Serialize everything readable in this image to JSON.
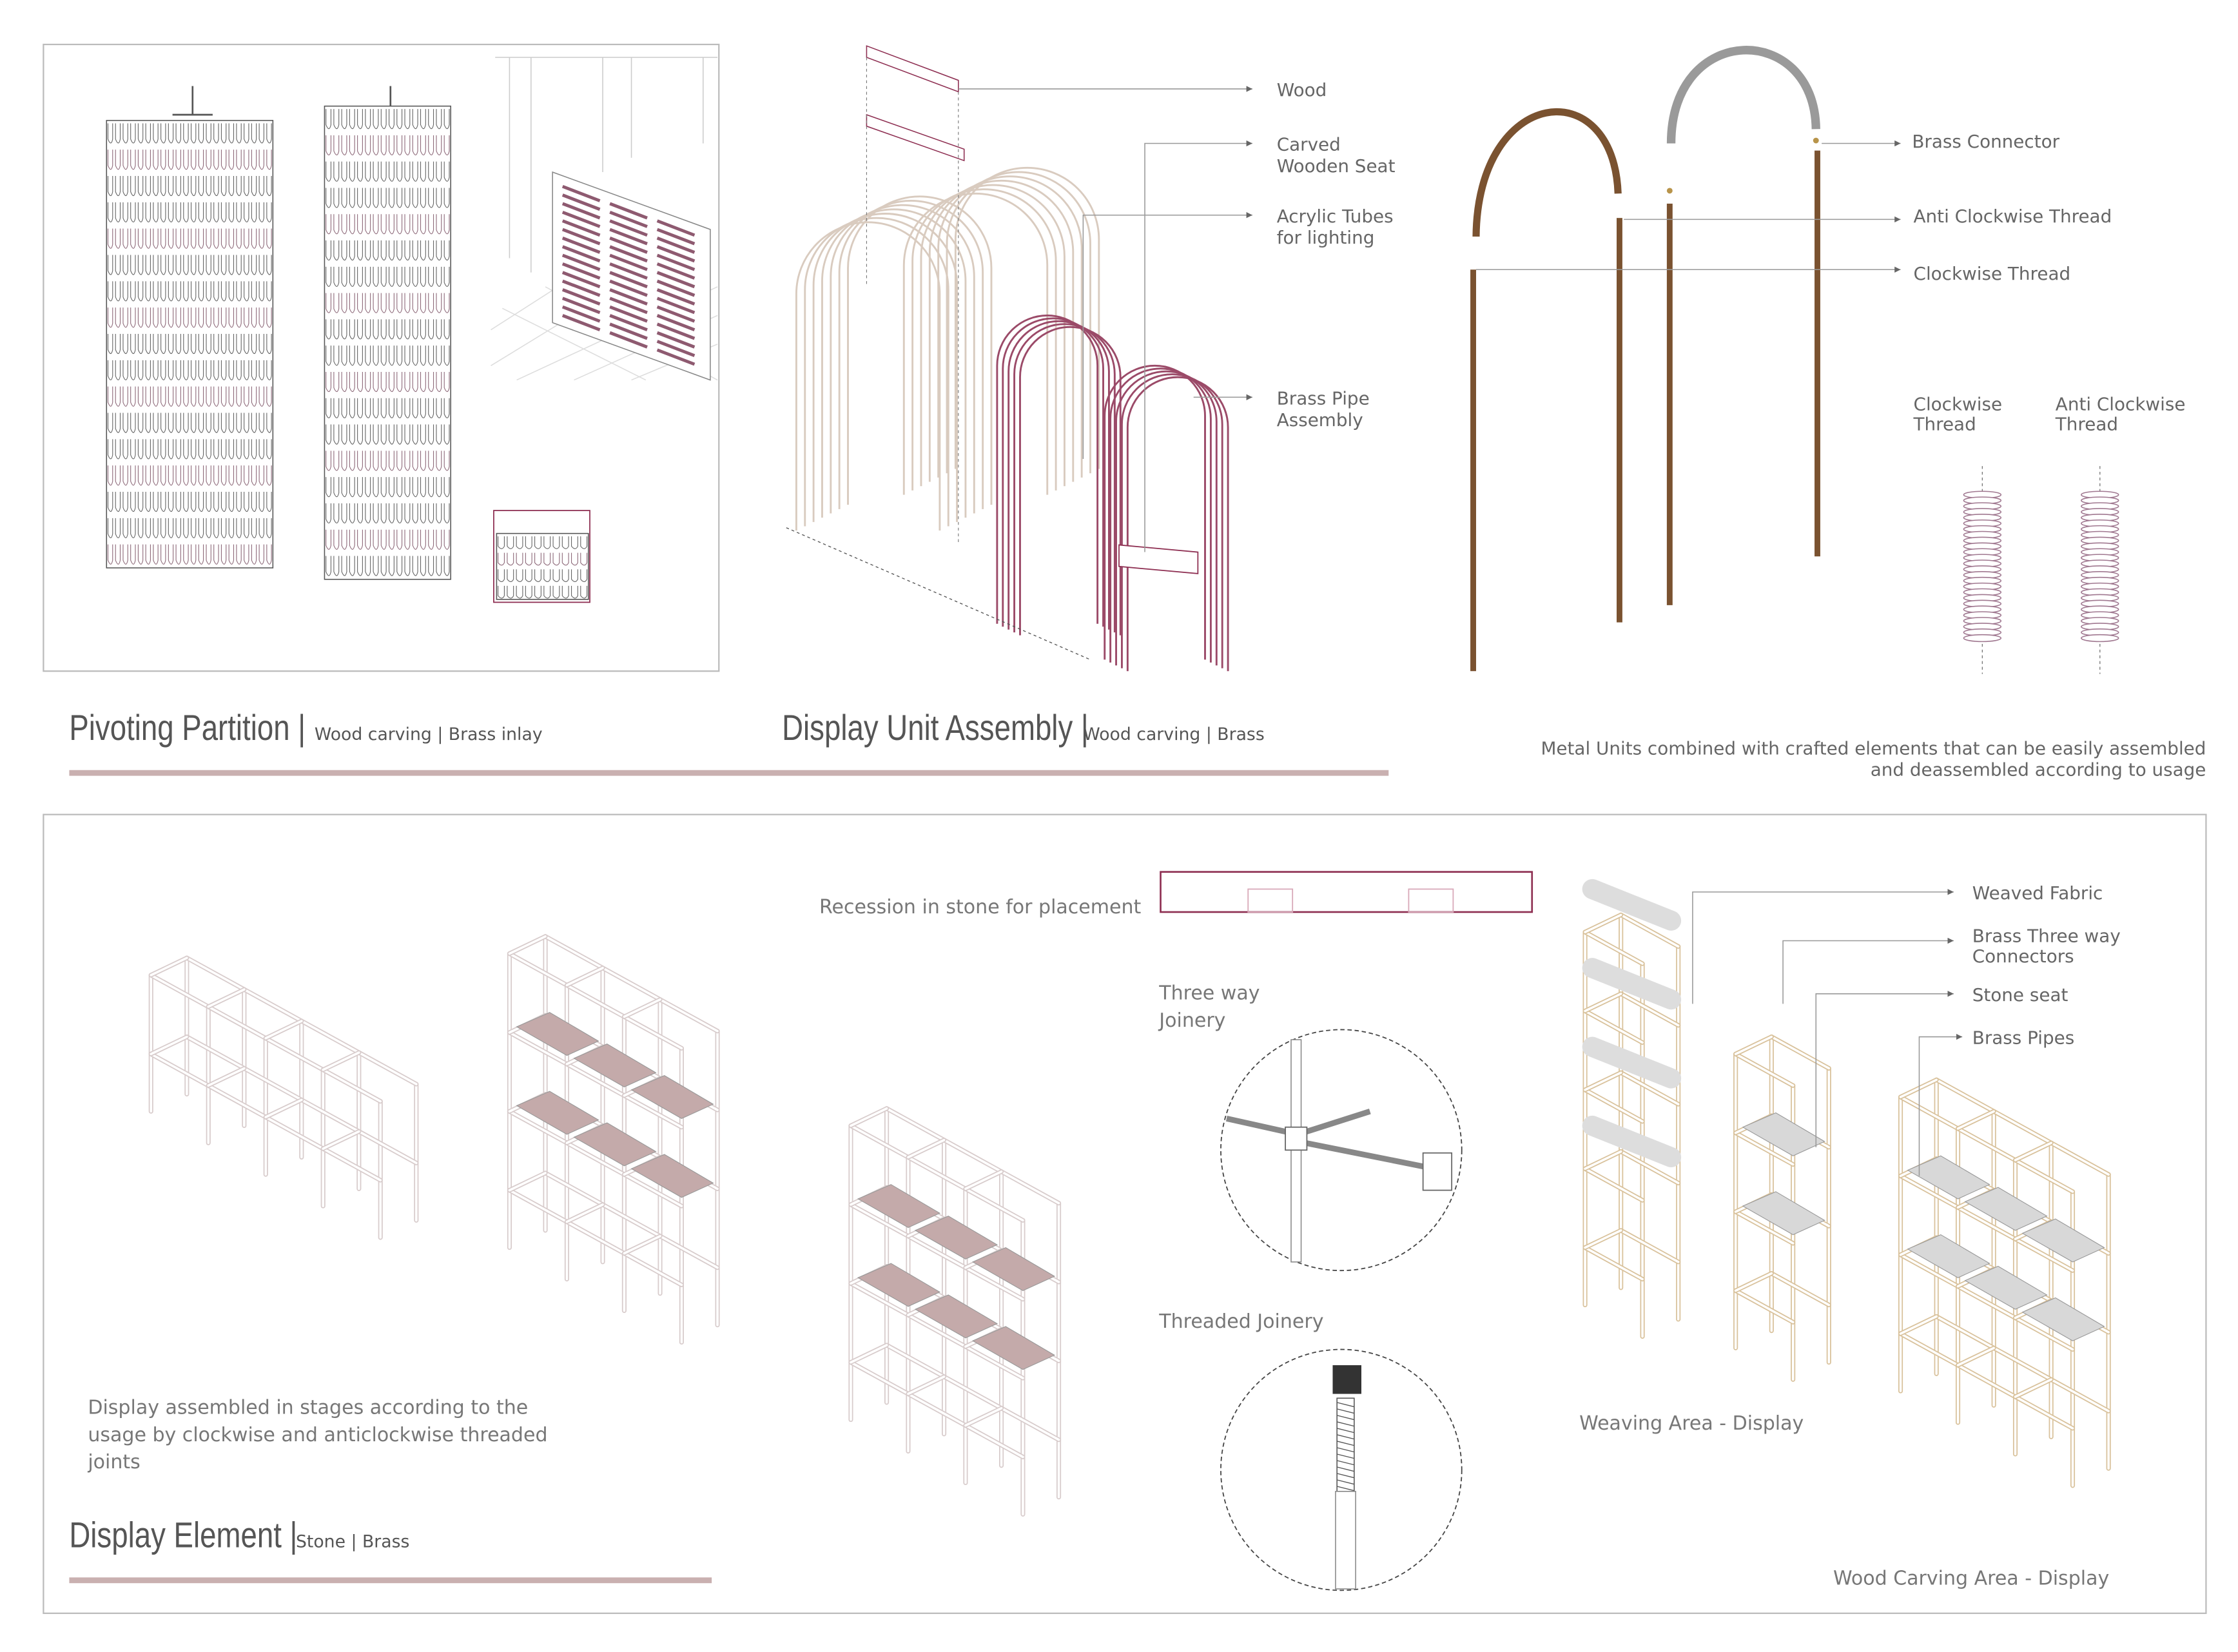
{
  "pivoting_partition": {
    "title": "Pivoting Partition |",
    "subtitle": "Wood carving | Brass inlay"
  },
  "display_unit_assembly": {
    "title": "Display Unit Assembly |",
    "subtitle": "Wood carving | Brass",
    "labels": {
      "wood": "Wood",
      "seat_1": "Carved",
      "seat_2": "Wooden Seat",
      "acrylic_1": "Acrylic Tubes",
      "acrylic_2": "for lighting",
      "brass_1": "Brass Pipe",
      "brass_2": "Assembly"
    }
  },
  "metal_units": {
    "labels": {
      "brass_connector": "Brass Connector",
      "anti_clockwise": "Anti Clockwise Thread",
      "clockwise": "Clockwise Thread",
      "cw_1": "Clockwise",
      "cw_2": "Thread",
      "acw_1": "Anti Clockwise",
      "acw_2": "Thread"
    },
    "caption_1": "Metal Units combined with crafted elements that can be easily assembled",
    "caption_2": "and deassembled according to usage"
  },
  "display_element": {
    "title": "Display Element |",
    "subtitle": "Stone | Brass",
    "description_1": "Display assembled in stages according to the",
    "description_2": "usage by clockwise and anticlockwise  threaded",
    "description_3": "joints",
    "recession_label": "Recession in stone for placement",
    "three_way_1": "Three way",
    "three_way_2": "Joinery",
    "threaded_joinery": "Threaded Joinery",
    "labels": {
      "weaved_fabric": "Weaved Fabric",
      "brass_three_way_1": "Brass Three way",
      "brass_three_way_2": "Connectors",
      "stone_seat": "Stone seat",
      "brass_pipes": "Brass Pipes"
    },
    "weaving_area": "Weaving Area - Display",
    "wood_carving_area": "Wood Carving Area - Display"
  },
  "colors": {
    "accent_line": "#c9b0b0",
    "maroon": "#8e2f52",
    "wood": "#7a5230",
    "beige": "#d9c29c",
    "stone": "#c4aaaa"
  }
}
